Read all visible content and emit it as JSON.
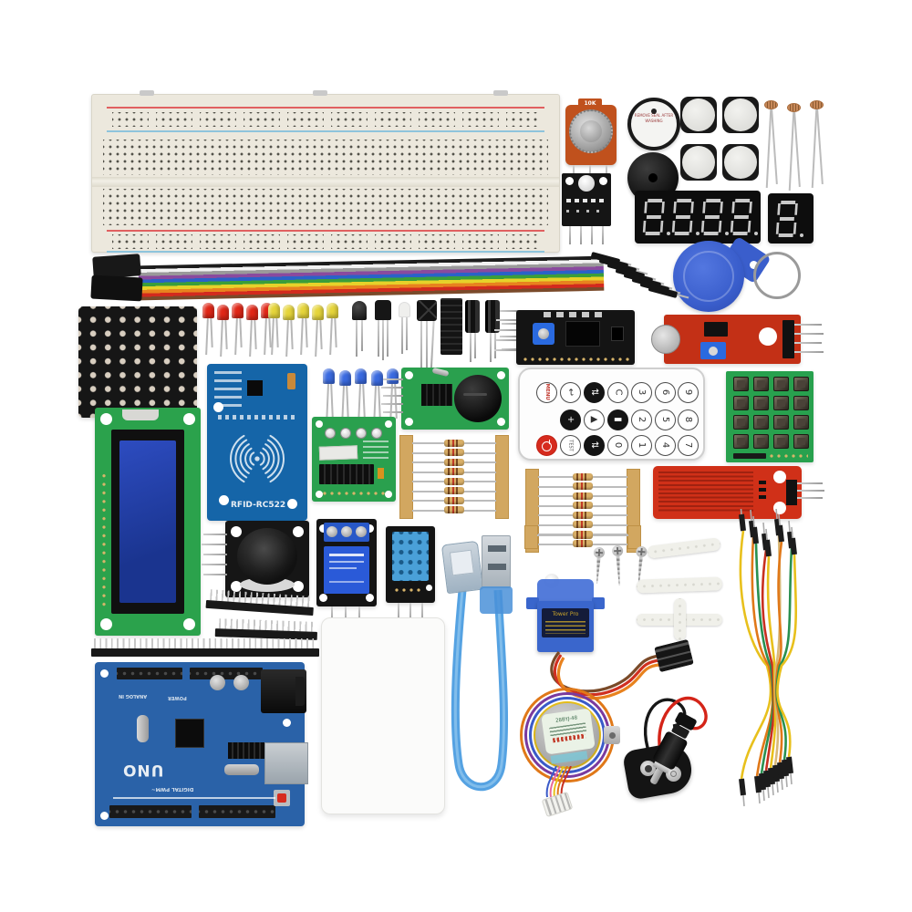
{
  "scene": {
    "description": "Arduino UNO starter kit components flat lay on a white background"
  },
  "labels": {
    "rfid_module": "RFID-RC522",
    "board_name": "UNO",
    "board_digital": "DIGITAL PWM~",
    "board_analog": "ANALOG IN",
    "board_power": "POWER",
    "pot_value": "10K",
    "buzzer_sticker": "REMOVE SEAL AFTER WASHING",
    "stepper_model": "28BYJ-48",
    "servo_brand": "Tower Pro",
    "display_four_digit": "8.8.8.8.",
    "display_one_digit": "8."
  },
  "remote": {
    "rows": [
      [
        {
          "label": "MENU",
          "style": "menu",
          "name": "menu-button"
        },
        {
          "label": "↩",
          "style": "w",
          "name": "back-button"
        },
        {
          "label": "⇅",
          "style": "k",
          "name": "skip-button"
        },
        {
          "label": "C",
          "style": "w",
          "name": "c-button"
        },
        {
          "label": "3",
          "style": "w",
          "name": "digit-3"
        },
        {
          "label": "6",
          "style": "w",
          "name": "digit-6"
        },
        {
          "label": "9",
          "style": "w",
          "name": "digit-9"
        }
      ],
      [
        {
          "label": "+",
          "style": "k",
          "name": "plus-button"
        },
        {
          "label": "▲",
          "style": "w",
          "name": "up-button"
        },
        {
          "label": "▮",
          "style": "k",
          "name": "play-button"
        },
        {
          "label": "2",
          "style": "w",
          "name": "digit-2"
        },
        {
          "label": "5",
          "style": "w",
          "name": "digit-5"
        },
        {
          "label": "8",
          "style": "w",
          "name": "digit-8"
        }
      ],
      [
        {
          "label": "",
          "style": "pwr",
          "name": "power-button"
        },
        {
          "label": "TEST",
          "style": "test",
          "name": "test-button"
        },
        {
          "label": "⇅",
          "style": "k",
          "name": "skip-button-2"
        },
        {
          "label": "0",
          "style": "w",
          "name": "digit-0"
        },
        {
          "label": "1",
          "style": "w",
          "name": "digit-1"
        },
        {
          "label": "4",
          "style": "w",
          "name": "digit-4"
        },
        {
          "label": "7",
          "style": "w",
          "name": "digit-7"
        }
      ]
    ]
  },
  "counts": {
    "red_leds": 5,
    "yellow_leds": 5,
    "blue_leds": 5,
    "photoresistors": 3,
    "push_buttons": 4,
    "capacitors": 2,
    "screws": 3,
    "resistor_strip_rows": 8,
    "keypad_rows": 4,
    "keypad_cols": 4,
    "matrix_rows": 8,
    "matrix_cols": 8,
    "ribbon_wires": 10,
    "ribbon_pins": 8,
    "bundle_wires": 9,
    "seven_seg_digits": 4
  },
  "colors": {
    "led_red": "#e02616",
    "led_yellow": "#e6d53a",
    "led_blue": "#3a6ae0",
    "ribbon": [
      "#1c1c1c",
      "#f2f2f2",
      "#9a9a9a",
      "#8a4a9e",
      "#2a62c8",
      "#3a9e3a",
      "#e6d22a",
      "#e8821e",
      "#d22a1e",
      "#7a4a2a"
    ],
    "bundle": [
      "#e8c01c",
      "#e07818",
      "#2a9050",
      "#c83020",
      "#e8c01c",
      "#d8b878",
      "#e07818",
      "#2a9050",
      "#e8c01c"
    ],
    "breadboard": "#ece8dd",
    "rail_red": "#e06060",
    "rail_blue": "#8ec4dc",
    "pcb_blue": "#1565a8",
    "pcb_green": "#2aa04e",
    "pcb_red": "#c33016",
    "pcb_black": "#151515",
    "uno_blue": "#2a62a8",
    "fob_blue": "#3a5ecc",
    "relay_blue": "#2a5ad8",
    "usb_blue": "#55a2e2",
    "servo_blue": "#3a66cc",
    "dht_blue": "#4aa0d8"
  }
}
